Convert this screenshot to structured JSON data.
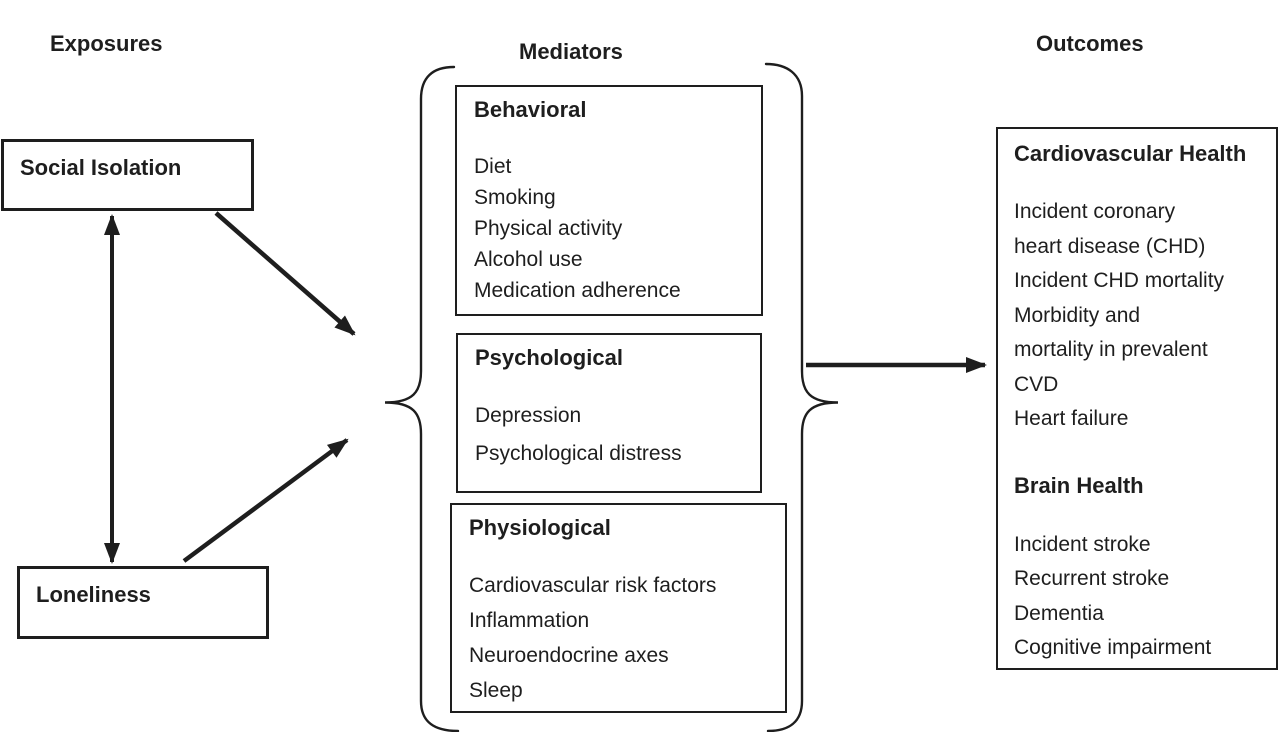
{
  "diagram": {
    "columns": {
      "exposures_label": "Exposures",
      "mediators_label": "Mediators",
      "outcomes_label": "Outcomes"
    },
    "exposures": {
      "social_isolation": "Social Isolation",
      "loneliness": "Loneliness"
    },
    "mediators": {
      "groups": [
        {
          "title": "Behavioral",
          "items": [
            "Diet",
            "Smoking",
            "Physical activity",
            "Alcohol use",
            "Medication adherence"
          ]
        },
        {
          "title": "Psychological",
          "items": [
            "Depression",
            "Psychological distress"
          ]
        },
        {
          "title": "Physiological",
          "items": [
            "Cardiovascular risk factors",
            "Inflammation",
            "Neuroendocrine axes",
            "Sleep"
          ]
        }
      ]
    },
    "outcomes": {
      "sections": [
        {
          "title": "Cardiovascular Health",
          "lines": [
            "Incident coronary",
            "heart disease (CHD)",
            "Incident CHD mortality",
            "Morbidity and",
            "mortality in prevalent",
            "CVD",
            "Heart failure"
          ]
        },
        {
          "title": "Brain Health",
          "lines": [
            "Incident stroke",
            "Recurrent stroke",
            "Dementia",
            "Cognitive impairment"
          ]
        }
      ]
    },
    "colors": {
      "ink": "#1e1e1e",
      "background": "#ffffff"
    }
  }
}
